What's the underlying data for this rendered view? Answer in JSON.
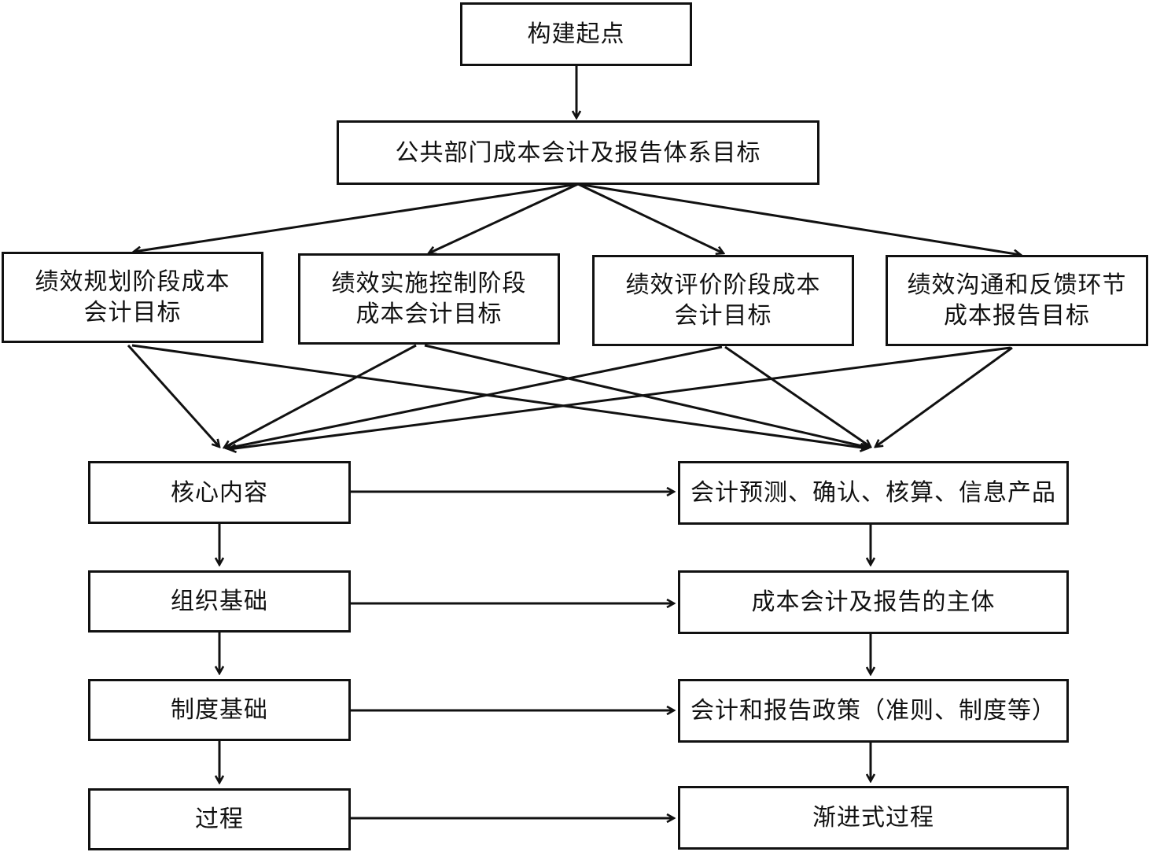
{
  "diagram": {
    "start": "构建起点",
    "goal": "公共部门成本会计及报告体系目标",
    "stage_goals": [
      "绩效规划阶段成本\n会计目标",
      "绩效实施控制阶段\n成本会计目标",
      "绩效评价阶段成本\n会计目标",
      "绩效沟通和反馈环节\n成本报告目标"
    ],
    "left_column": [
      "核心内容",
      "组织基础",
      "制度基础",
      "过程"
    ],
    "right_column": [
      "会计预测、确认、核算、信息产品",
      "成本会计及报告的主体",
      "会计和报告政策（准则、制度等）",
      "渐进式过程"
    ]
  }
}
